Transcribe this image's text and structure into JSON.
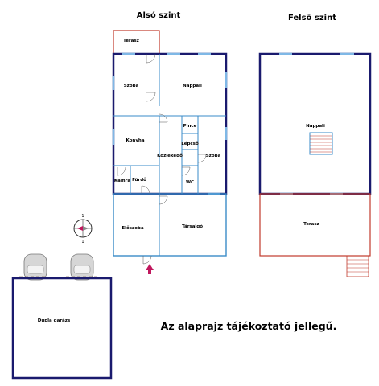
{
  "titles": {
    "lower": "Alsó szint",
    "upper": "Felső szint"
  },
  "rooms": {
    "terasz_lower": "Terasz",
    "szoba_left": "Szoba",
    "nappali_lower": "Nappali",
    "konyha": "Konyha",
    "kozlekedo": "Közlekedő",
    "pince": "Pince",
    "lepcso": "Lépcső",
    "szoba_right": "Szoba",
    "kamra": "Kamra",
    "furdo": "Fürdő",
    "wc": "WC",
    "eloszoba": "Előszoba",
    "tarsalgo": "Társalgó",
    "nappali_upper": "Nappali",
    "terasz_upper": "Terasz",
    "garage": "Dupla garázs"
  },
  "compass": {
    "label_top": "1",
    "label_bottom": "1"
  },
  "note": "Az alaprajz tájékoztató jellegű.",
  "colors": {
    "walls": "#1a1a6e",
    "inner_walls": "#3a8bc8",
    "terrace": "#c0392b",
    "entry_arrow": "#c0175d"
  }
}
